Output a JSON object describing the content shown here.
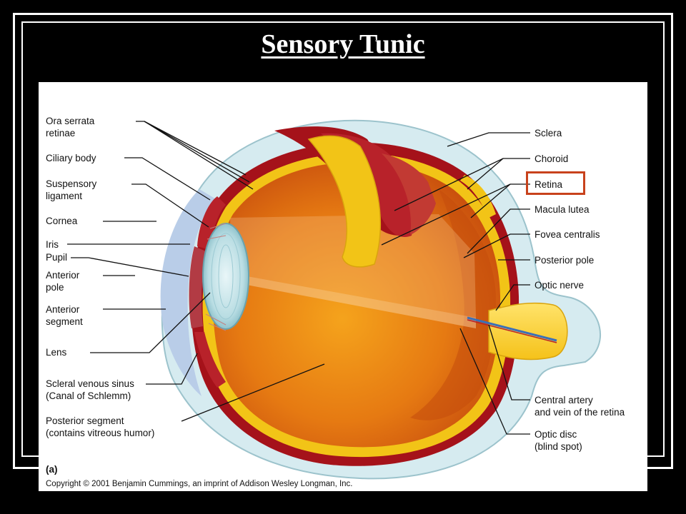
{
  "slide": {
    "title": "Sensory Tunic"
  },
  "figure": {
    "panel_tag": "(a)",
    "copyright": "Copyright © 2001 Benjamin Cummings, an imprint of Addison Wesley Longman, Inc.",
    "highlight_color": "#c8421c",
    "labels_left": {
      "ora_serrata": [
        "Ora serrata",
        "retinae"
      ],
      "ciliary_body": "Ciliary body",
      "suspensory_ligament": [
        "Suspensory",
        "ligament"
      ],
      "cornea": "Cornea",
      "iris": "Iris",
      "pupil": "Pupil",
      "anterior_pole": [
        "Anterior",
        "pole"
      ],
      "anterior_segment": [
        "Anterior",
        "segment"
      ],
      "lens": "Lens",
      "scleral_venous_sinus": [
        "Scleral venous sinus",
        "(Canal of Schlemm)"
      ],
      "posterior_segment": [
        "Posterior segment",
        "(contains vitreous humor)"
      ]
    },
    "labels_right": {
      "sclera": "Sclera",
      "choroid": "Choroid",
      "retina": "Retina",
      "macula_lutea": "Macula lutea",
      "fovea_centralis": "Fovea centralis",
      "posterior_pole": "Posterior pole",
      "optic_nerve": "Optic nerve",
      "central_artery": [
        "Central artery",
        "and vein of the retina"
      ],
      "optic_disc": [
        "Optic disc",
        "(blind spot)"
      ]
    }
  }
}
